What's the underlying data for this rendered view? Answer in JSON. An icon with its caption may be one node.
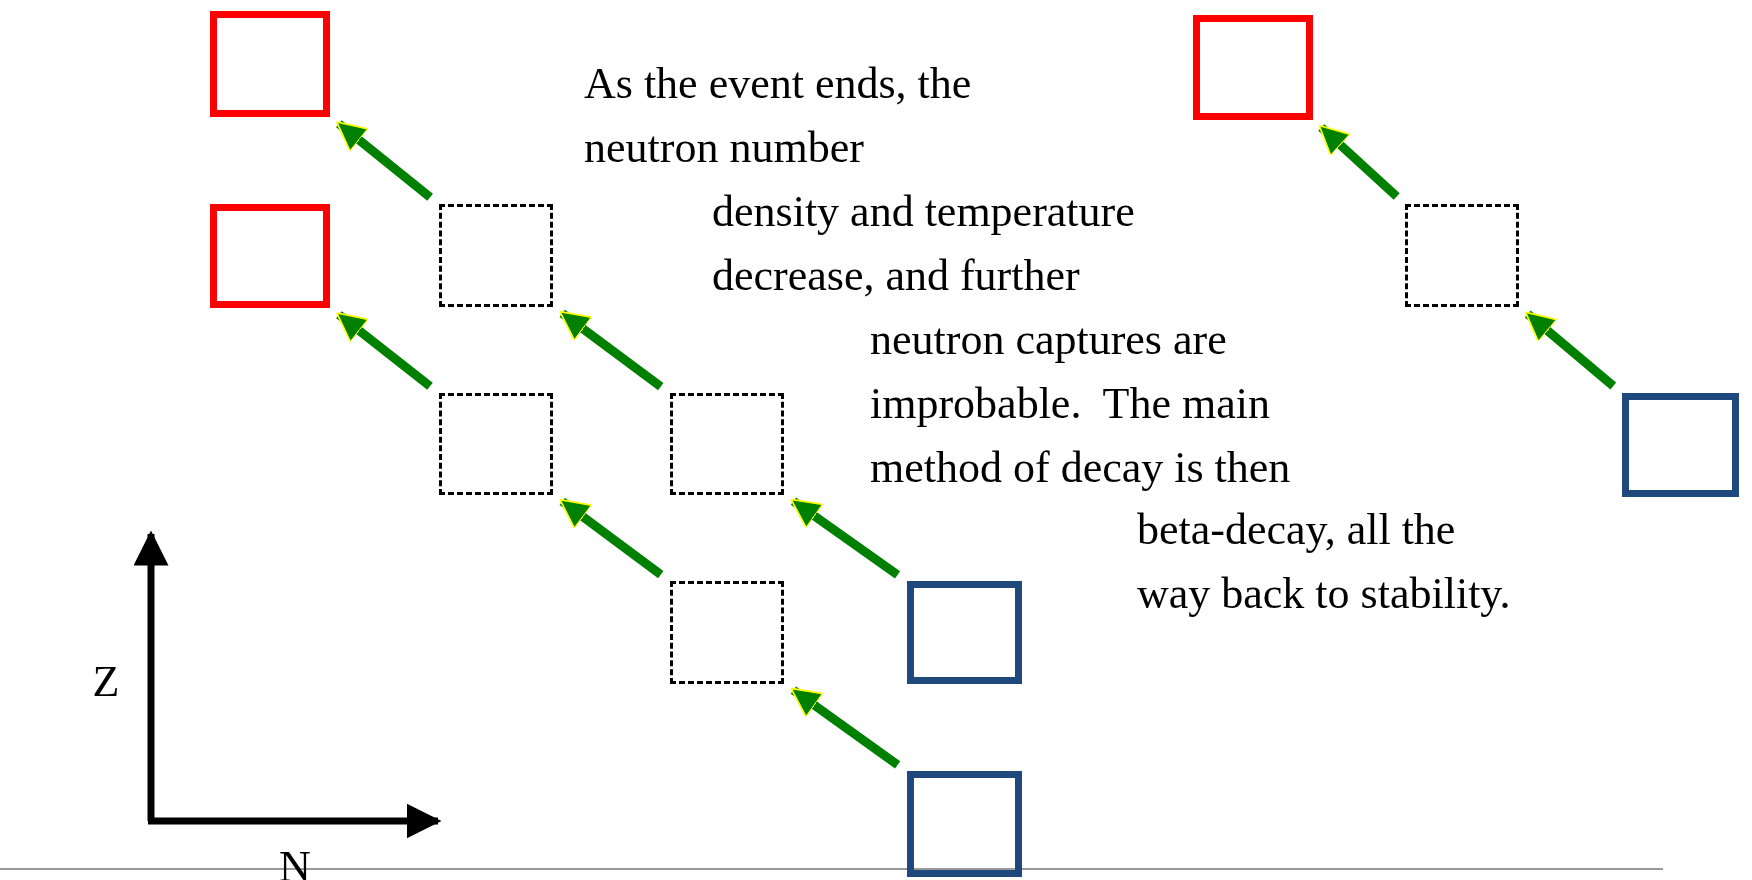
{
  "diagram": {
    "nodes": [
      {
        "text": [],
        "shape": "box"
      },
      {
        "text": [],
        "shape": "box"
      },
      {
        "text": [],
        "shape": "box"
      },
      {
        "text": [],
        "shape": "box"
      },
      {
        "text": [],
        "shape": "box"
      },
      {
        "text": [],
        "shape": "box"
      },
      {
        "text": [],
        "shape": "box"
      },
      {
        "text": [],
        "shape": "box"
      },
      {
        "text": [],
        "shape": "box"
      },
      {
        "text": [],
        "shape": "box"
      },
      {
        "text": [],
        "shape": "box"
      }
    ],
    "edges": [
      {
        "from": 3,
        "to": 0,
        "arrow": "to"
      },
      {
        "from": 5,
        "to": 2,
        "arrow": "to"
      },
      {
        "from": 6,
        "to": 3,
        "arrow": "to"
      },
      {
        "from": 9,
        "to": 5,
        "arrow": "to"
      },
      {
        "from": 8,
        "to": 6,
        "arrow": "to"
      },
      {
        "from": 10,
        "to": 9,
        "arrow": "to"
      },
      {
        "from": 4,
        "to": 1,
        "arrow": "to"
      },
      {
        "from": 7,
        "to": 4,
        "arrow": "to"
      }
    ],
    "labels": [
      "As the event ends, the neutron number",
      "density and temperature decrease, and further",
      "neutron captures are improbable.  The main method of decay is then",
      "beta-decay, all the way back to stability.",
      "Z",
      "N"
    ]
  }
}
